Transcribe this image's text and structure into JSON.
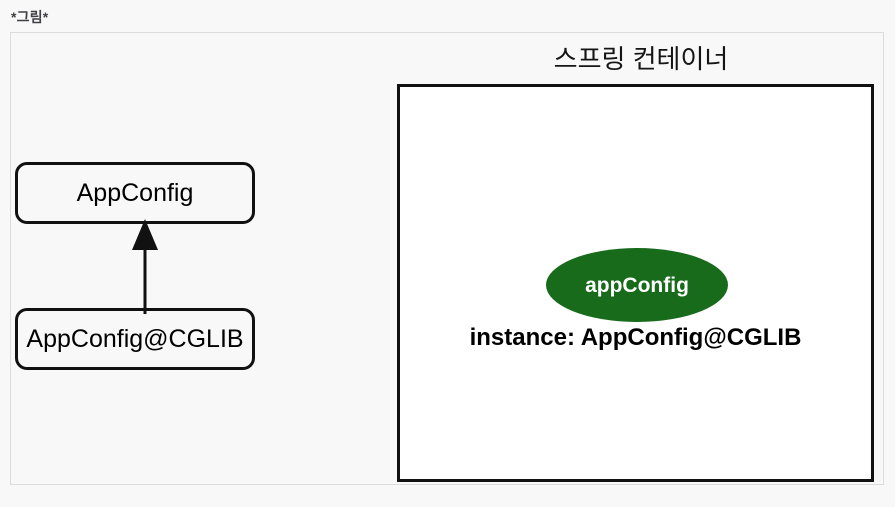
{
  "figure": {
    "caption": "*그림*"
  },
  "left_diagram": {
    "boxes": [
      {
        "label": "AppConfig"
      },
      {
        "label": "AppConfig@CGLIB"
      }
    ],
    "arrow": {
      "kind": "uml-generalization-arrow",
      "from": "AppConfig@CGLIB",
      "to": "AppConfig"
    }
  },
  "spring_container": {
    "title": "스프링 컨테이너",
    "beans": [
      {
        "name": "appConfig",
        "instance_text": "instance: AppConfig@CGLIB"
      }
    ]
  },
  "colors": {
    "page_background": "#f8f8f9",
    "panel_border": "#dcdcdf",
    "box_border": "#111111",
    "container_fill": "#ffffff",
    "bean_fill": "#186b1b",
    "bean_text": "#ffffff",
    "text": "#000000",
    "caption_text": "#3f3f44"
  }
}
